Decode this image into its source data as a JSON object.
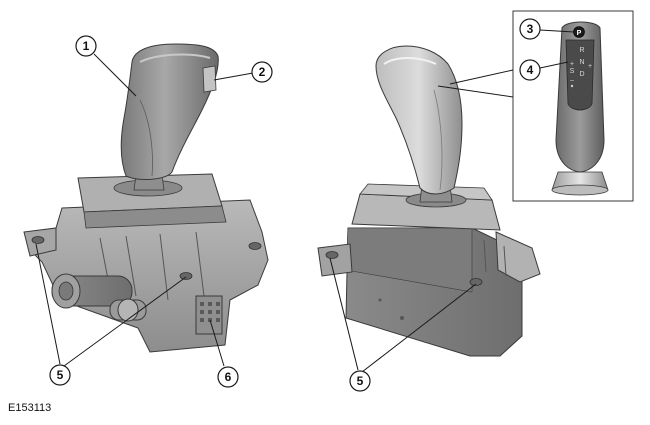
{
  "figure_id": "E153113",
  "callouts": [
    {
      "number": "1"
    },
    {
      "number": "2"
    },
    {
      "number": "3"
    },
    {
      "number": "4"
    },
    {
      "number": "5"
    },
    {
      "number": "6"
    },
    {
      "number": "5"
    }
  ],
  "inset": {
    "park_button": "P",
    "gear_positions": [
      "R",
      "N",
      "D"
    ],
    "sport_label": "S",
    "plus_label": "+",
    "minus_label": "–"
  },
  "colors": {
    "shading_dark": "#6f6f6f",
    "shading_mid": "#9a9a9a",
    "shading_light": "#c9c9c9",
    "outline": "#3a3a3a"
  }
}
